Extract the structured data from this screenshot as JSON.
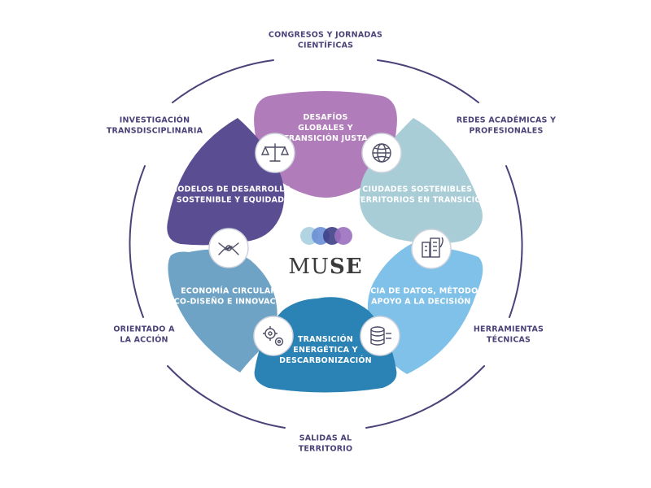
{
  "brand": {
    "name_a": "MU",
    "name_b": "SE",
    "logo_circle_colors": [
      "#a9cfe0",
      "#6a8fd6",
      "#3d3f86",
      "#9a6fbf"
    ]
  },
  "outer_labels": [
    {
      "lines": [
        "CONGRESOS Y JORNADAS",
        "CIENTÍFICAS"
      ]
    },
    {
      "lines": [
        "REDES ACADÉMICAS Y",
        "PROFESIONALES"
      ]
    },
    {
      "lines": [
        "HERRAMIENTAS",
        "TÉCNICAS"
      ]
    },
    {
      "lines": [
        "SALIDAS AL",
        "TERRITORIO"
      ]
    },
    {
      "lines": [
        "ORIENTADO A",
        "LA ACCIÓN"
      ]
    },
    {
      "lines": [
        "INVESTIGACIÓN",
        "TRANSDISCIPLINARIA"
      ]
    }
  ],
  "segments": [
    {
      "lines": [
        "DESAFÍOS",
        "GLOBALES Y",
        "TRANSICIÓN JUSTA"
      ],
      "color": "#b07cba",
      "icon": "scales-icon"
    },
    {
      "lines": [
        "CIUDADES SOSTENIBLES Y",
        "TERRITORIOS EN TRANSICIÓN"
      ],
      "color": "#a9cdd6",
      "icon": "globe-icon"
    },
    {
      "lines": [
        "CIENCIA DE DATOS, MÉTODOS",
        "Y APOYO A LA DECISIÓN"
      ],
      "color": "#7fc1e8",
      "icon": "city-icon"
    },
    {
      "lines": [
        "TRANSICIÓN",
        "ENERGÉTICA Y",
        "DESCARBONIZACIÓN"
      ],
      "color": "#2b82b4",
      "icon": "database-icon"
    },
    {
      "lines": [
        "ECONOMÍA CIRCULAR,",
        "ECO-DISEÑO E INNOVACIÓN"
      ],
      "color": "#6fa3c5",
      "icon": "gears-icon"
    },
    {
      "lines": [
        "MODELOS DE DESARROLLO",
        "SOSTENIBLE Y EQUIDAD"
      ],
      "color": "#5b4d92",
      "icon": "hands-icon"
    }
  ],
  "colors": {
    "ring": "#4b4279",
    "icon_stroke": "#4d4d66",
    "icon_ring": "#cfd3dc"
  }
}
